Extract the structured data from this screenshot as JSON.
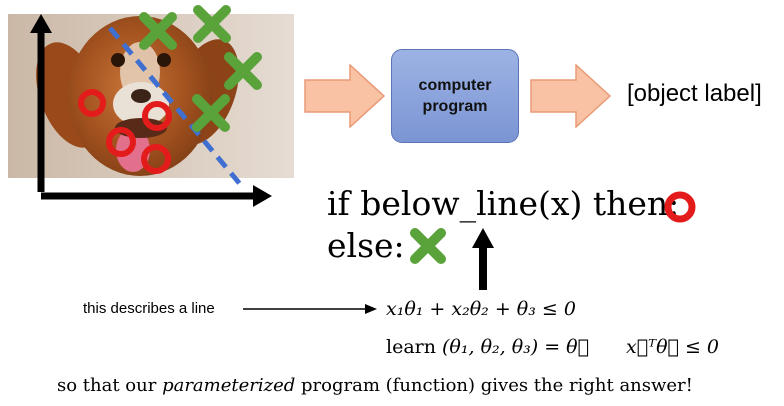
{
  "program_box": {
    "label": "computer\nprogram"
  },
  "output_label": "[object label]",
  "code": {
    "if_text": "if below_line(x) then:",
    "else_text": "else:"
  },
  "note": "this describes a line",
  "equations": {
    "line": "x₁θ₁ + x₂θ₂ + θ₃ ≤ 0",
    "learn_prefix": "learn",
    "learn_rest": "(θ₁, θ₂, θ₃) = θ⃗",
    "dot": "x⃗ᵀθ⃗ ≤ 0"
  },
  "caption": {
    "before": "so that our ",
    "emph": "parameterized",
    "after": " program (function) gives the right answer!"
  },
  "colors": {
    "arrow_fill": "#f9c2a4",
    "arrow_stroke": "#e99a76",
    "box_fill": "#8aa2dc",
    "circle_red": "#e31b1b",
    "cross_green": "#5aa23a",
    "divider_blue": "#3f6fd0"
  },
  "icons": [
    "red-circle-icon",
    "green-cross-icon",
    "up-arrow-icon",
    "right-arrow-icon"
  ]
}
